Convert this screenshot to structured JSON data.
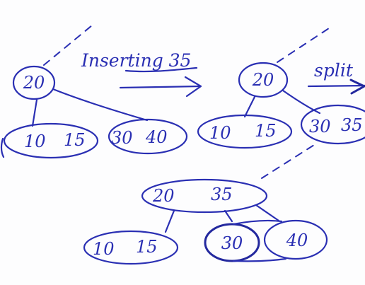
{
  "labels": {
    "step1": "Inserting 35",
    "step2": "split"
  },
  "trees": {
    "before": {
      "root": "20",
      "left": [
        "10",
        "15"
      ],
      "right": [
        "30",
        "40"
      ]
    },
    "after_insert": {
      "root": "20",
      "left": [
        "10",
        "15"
      ],
      "right": [
        "30",
        "35"
      ]
    },
    "after_split": {
      "root": [
        "20",
        "35"
      ],
      "left": [
        "10",
        "15"
      ],
      "middle": "30",
      "right": "40"
    }
  },
  "colors": {
    "ink": "#2a2fb3",
    "paper": "#fdfdfe"
  }
}
